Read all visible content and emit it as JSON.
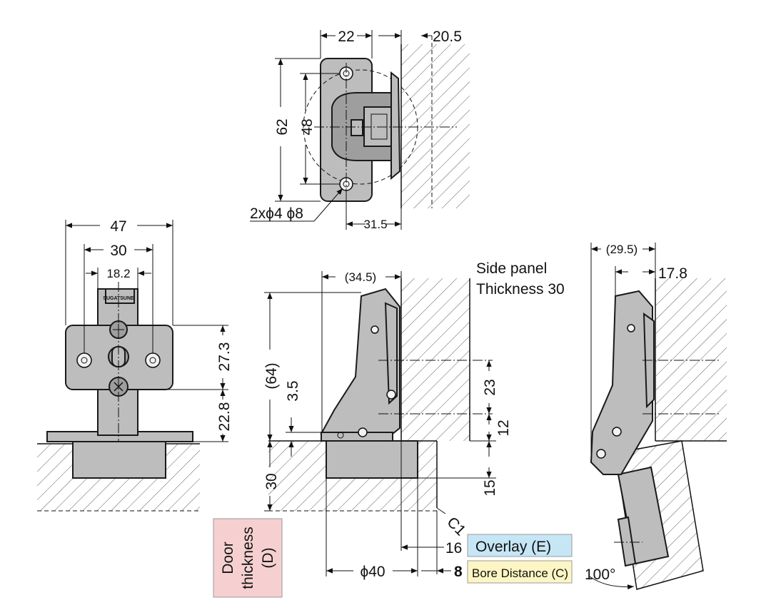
{
  "top_view": {
    "dim_width": "22",
    "dim_offset": "20.5",
    "dim_height": "62",
    "dim_hole_pitch": "48",
    "dim_holes": "2xϕ4 ϕ8",
    "dim_depth": "31.5"
  },
  "front_view": {
    "dim_overall": "47",
    "dim_mid": "30",
    "dim_inner": "18.2",
    "dim_upper": "27.3",
    "dim_lower": "22.8",
    "marking": "SUGATSUNE"
  },
  "side_view": {
    "dim_reach": "(34.5)",
    "dim_height": "(64)",
    "dim_gap": "3.5",
    "dim_panel_1": "23",
    "dim_panel_2": "12",
    "dim_door": "30",
    "dim_cup_depth": "15",
    "chamfer": "C1",
    "dim_overlay": "16",
    "dim_cup": "ϕ40",
    "dim_bore": "8",
    "side_panel_line1": "Side panel",
    "side_panel_line2": "Thickness 30"
  },
  "open_view": {
    "dim_reach": "(29.5)",
    "dim_offset": "17.8",
    "angle": "100°"
  },
  "legend": {
    "door_thickness_line1": "Door",
    "door_thickness_line2": "thickness",
    "door_thickness_line3": "(D)",
    "overlay_label": "Overlay (E)",
    "bore_label": "Bore Distance (C)",
    "colors": {
      "door_thickness_bg": "#f6d0d0",
      "overlay_bg": "#c6e6f6",
      "bore_bg": "#fdf6c4",
      "part_fill": "#bdbdbd"
    }
  }
}
